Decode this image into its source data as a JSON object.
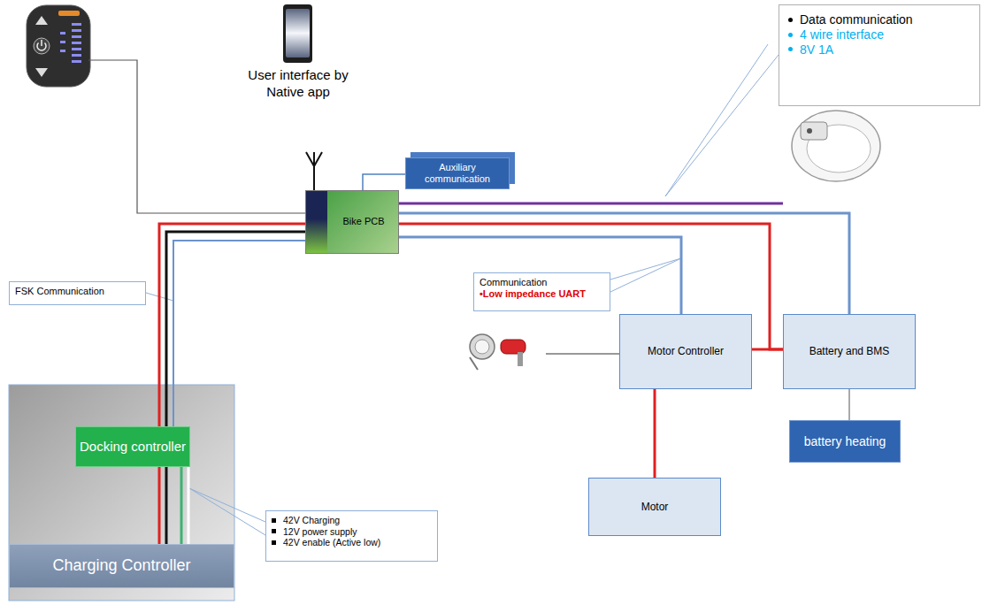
{
  "diagram": {
    "nodes": [
      {
        "text": [
          "Data communication",
          "4 wire interface",
          "8V 1A"
        ]
      },
      {
        "text": [
          "Auxiliary communication"
        ]
      },
      {
        "text": [
          "Bike PCB"
        ]
      },
      {
        "text": [
          "Communication",
          "•Low impedance UART"
        ]
      },
      {
        "text": [
          "FSK Communication"
        ]
      },
      {
        "text": [
          "Motor Controller"
        ]
      },
      {
        "text": [
          "Battery and BMS"
        ]
      },
      {
        "text": [
          "battery heating"
        ]
      },
      {
        "text": [
          "Docking controller"
        ]
      },
      {
        "text": [
          "Motor"
        ]
      },
      {
        "text": [
          "42V Charging",
          "12V power supply",
          "42V enable (Active low)"
        ]
      },
      {
        "text": [
          "Charging Controller"
        ]
      }
    ],
    "edges": [
      {
        "from": 2,
        "to": 1,
        "arrow": "none"
      },
      {
        "from": 2,
        "to": 6,
        "arrow": "none"
      },
      {
        "from": 2,
        "to": 6,
        "arrow": "none"
      },
      {
        "from": 2,
        "to": 5,
        "arrow": "none"
      },
      {
        "from": 5,
        "to": 6,
        "arrow": "none"
      },
      {
        "from": 5,
        "to": 9,
        "arrow": "none"
      },
      {
        "from": 6,
        "to": 7,
        "arrow": "none"
      },
      {
        "from": 2,
        "to": 11,
        "arrow": "none"
      },
      {
        "from": 2,
        "to": 11,
        "arrow": "none"
      },
      {
        "from": 2,
        "to": 8,
        "arrow": "none"
      },
      {
        "from": 8,
        "to": 11,
        "arrow": "none"
      },
      {
        "from": 8,
        "to": 11,
        "arrow": "none"
      }
    ],
    "labels": [
      "User interface by Native app"
    ]
  }
}
